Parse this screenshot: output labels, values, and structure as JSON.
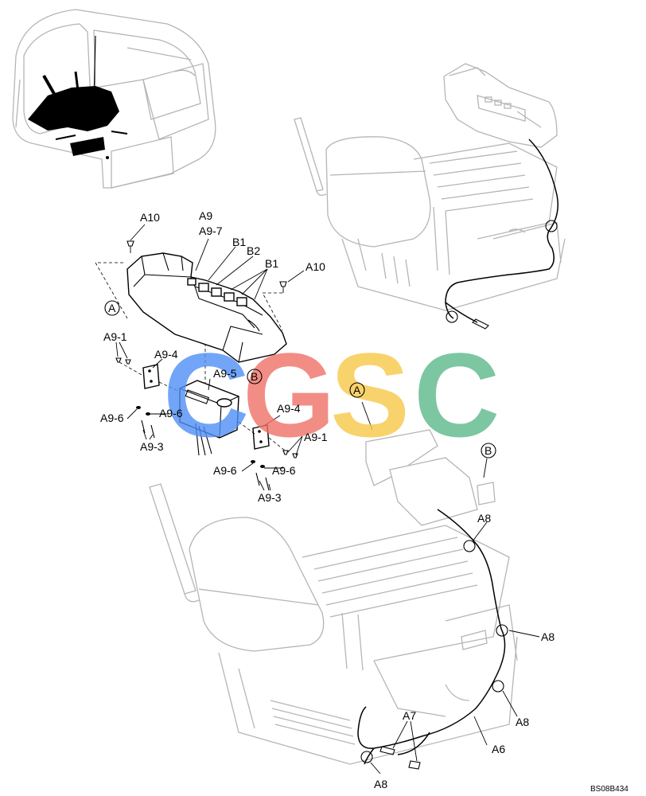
{
  "watermark": {
    "letters": [
      "C",
      "G",
      "S",
      "C"
    ],
    "colors": [
      "#4f8ff7",
      "#f07167",
      "#f7c948",
      "#5cb88a"
    ]
  },
  "callouts": {
    "a10_top": "A10",
    "a9": "A9",
    "a9_7": "A9-7",
    "b1_top": "B1",
    "b2": "B2",
    "b1_mid": "B1",
    "a10_right": "A10",
    "circle_a_left": "A",
    "a9_1_left": "A9-1",
    "a9_4_left": "A9-4",
    "a9_5": "A9-5",
    "circle_b_mid": "B",
    "a9_6_left1": "A9-6",
    "a9_6_left2": "A9-6",
    "a9_3_left": "A9-3",
    "a9_4_right": "A9-4",
    "a9_1_right": "A9-1",
    "a9_6_right1": "A9-6",
    "a9_6_right2": "A9-6",
    "a9_3_right": "A9-3",
    "circle_a_bottom": "A",
    "circle_b_bottom": "B",
    "a8_top": "A8",
    "a8_right1": "A8",
    "a8_right2": "A8",
    "a6": "A6",
    "a7": "A7",
    "a8_bottom": "A8"
  },
  "drawing_code": "BS08B434"
}
